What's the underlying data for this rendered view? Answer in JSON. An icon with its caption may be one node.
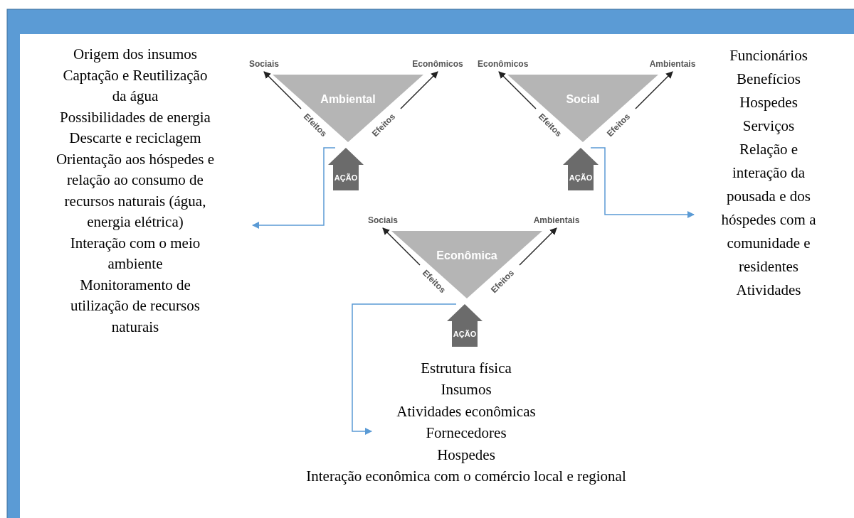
{
  "diagram": {
    "nodes": [
      {
        "text": [
          "Ambiental"
        ]
      },
      {
        "text": [
          "Sociais"
        ]
      },
      {
        "text": [
          "Econômicos"
        ]
      },
      {
        "text": [
          "AÇÃO"
        ]
      },
      {
        "text": [
          "Origem dos insumos",
          "Captação e Reutilização da água",
          "Possibilidades de energia",
          "Descarte e reciclagem",
          "Orientação aos hóspedes e relação ao consumo de recursos naturais (água, energia elétrica)",
          "Interação com o meio ambiente",
          "Monitoramento de utilização de recursos naturais"
        ]
      },
      {
        "text": [
          "Social"
        ]
      },
      {
        "text": [
          "Econômicos"
        ]
      },
      {
        "text": [
          "Ambientais"
        ]
      },
      {
        "text": [
          "AÇÃO"
        ]
      },
      {
        "text": [
          "Funcionários",
          "Benefícios",
          "Hospedes",
          "Serviços",
          "Relação e interação da pousada e dos hóspedes com a comunidade e residentes",
          "Atividades"
        ]
      },
      {
        "text": [
          "Econômica"
        ]
      },
      {
        "text": [
          "Sociais"
        ]
      },
      {
        "text": [
          "Ambientais"
        ]
      },
      {
        "text": [
          "AÇÃO"
        ]
      },
      {
        "text": [
          "Estrutura física",
          "Insumos",
          "Atividades econômicas",
          "Fornecedores",
          "Hospedes",
          "Interação econômica com o comércio local e regional"
        ]
      }
    ],
    "edges": [
      {
        "from": 0,
        "to": 1,
        "arrow": "to",
        "label": "Efeitos"
      },
      {
        "from": 0,
        "to": 2,
        "arrow": "to",
        "label": "Efeitos"
      },
      {
        "from": 3,
        "to": 4,
        "arrow": "to",
        "color": "#5b9bd5"
      },
      {
        "from": 5,
        "to": 6,
        "arrow": "to",
        "label": "Efeitos"
      },
      {
        "from": 5,
        "to": 7,
        "arrow": "to",
        "label": "Efeitos"
      },
      {
        "from": 8,
        "to": 9,
        "arrow": "to",
        "color": "#5b9bd5"
      },
      {
        "from": 10,
        "to": 11,
        "arrow": "to",
        "label": "Efeitos"
      },
      {
        "from": 10,
        "to": 12,
        "arrow": "to",
        "label": "Efeitos"
      },
      {
        "from": 13,
        "to": 14,
        "arrow": "to",
        "color": "#5b9bd5"
      }
    ]
  }
}
